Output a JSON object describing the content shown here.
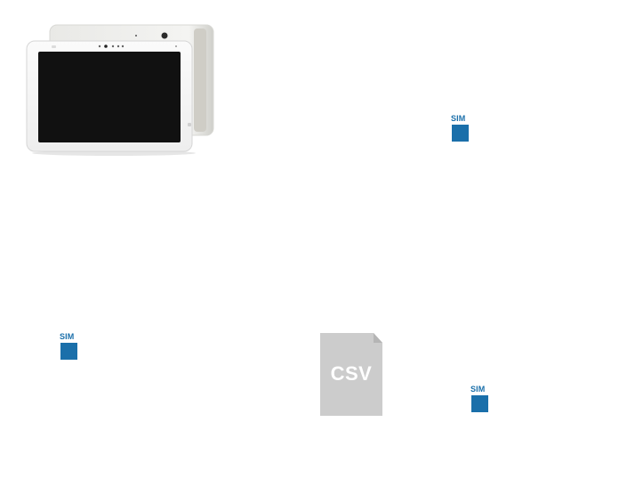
{
  "tablet": {
    "icon": "tablet-device-image"
  },
  "sim_badges": [
    {
      "label": "SIM",
      "color": "#1a6faa"
    },
    {
      "label": "SIM",
      "color": "#1a6faa"
    },
    {
      "label": "SIM",
      "color": "#1a6faa"
    }
  ],
  "csv_file": {
    "icon": "csv-file-icon",
    "label": "CSV",
    "color": "#cccccc"
  }
}
